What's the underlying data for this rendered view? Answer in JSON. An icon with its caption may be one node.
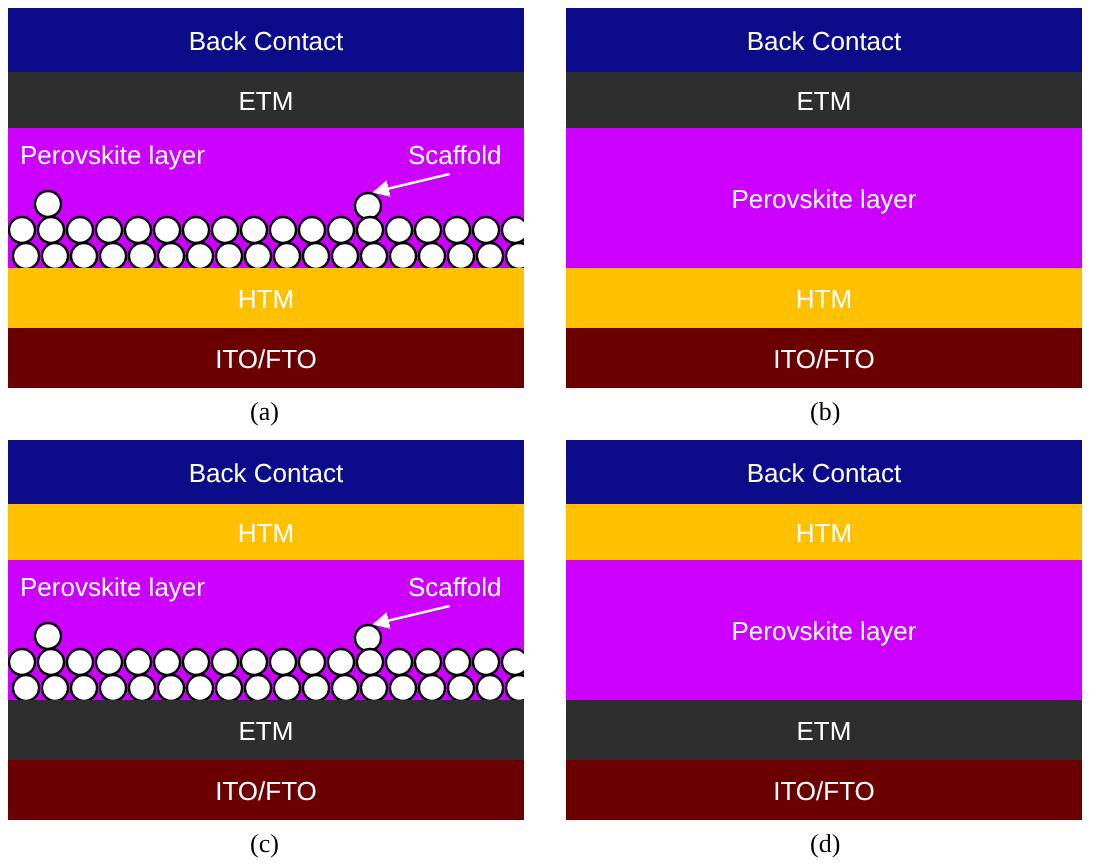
{
  "diagram": {
    "nodes": [
      {
        "text": [
          "Back Contact"
        ]
      },
      {
        "text": [
          "ETM"
        ]
      },
      {
        "text": [
          "Perovskite layer"
        ]
      },
      {
        "text": [
          "Scaffold"
        ],
        "in": 2
      },
      {
        "text": [],
        "shape": "circle",
        "in": 2
      },
      {
        "text": [
          "HTM"
        ]
      },
      {
        "text": [
          "ITO/FTO"
        ]
      },
      {
        "text": [
          "Back Contact"
        ]
      },
      {
        "text": [
          "ETM"
        ]
      },
      {
        "text": [
          "Perovskite layer"
        ]
      },
      {
        "text": [
          "HTM"
        ]
      },
      {
        "text": [
          "ITO/FTO"
        ]
      },
      {
        "text": [
          "Back Contact"
        ]
      },
      {
        "text": [
          "HTM"
        ]
      },
      {
        "text": [
          "Perovskite layer"
        ]
      },
      {
        "text": [
          "Scaffold"
        ],
        "in": 14
      },
      {
        "text": [],
        "shape": "circle",
        "in": 14
      },
      {
        "text": [
          "ETM"
        ]
      },
      {
        "text": [
          "ITO/FTO"
        ]
      },
      {
        "text": [
          "Back Contact"
        ]
      },
      {
        "text": [
          "HTM"
        ]
      },
      {
        "text": [
          "Perovskite layer"
        ]
      },
      {
        "text": [
          "ETM"
        ]
      },
      {
        "text": [
          "ITO/FTO"
        ]
      }
    ],
    "edges": [
      {
        "from": 3,
        "to": 4,
        "arrow": "to"
      },
      {
        "from": 15,
        "to": 16,
        "arrow": "to"
      }
    ],
    "labels": [
      "(a)",
      "(b)",
      "(c)",
      "(d)"
    ]
  }
}
